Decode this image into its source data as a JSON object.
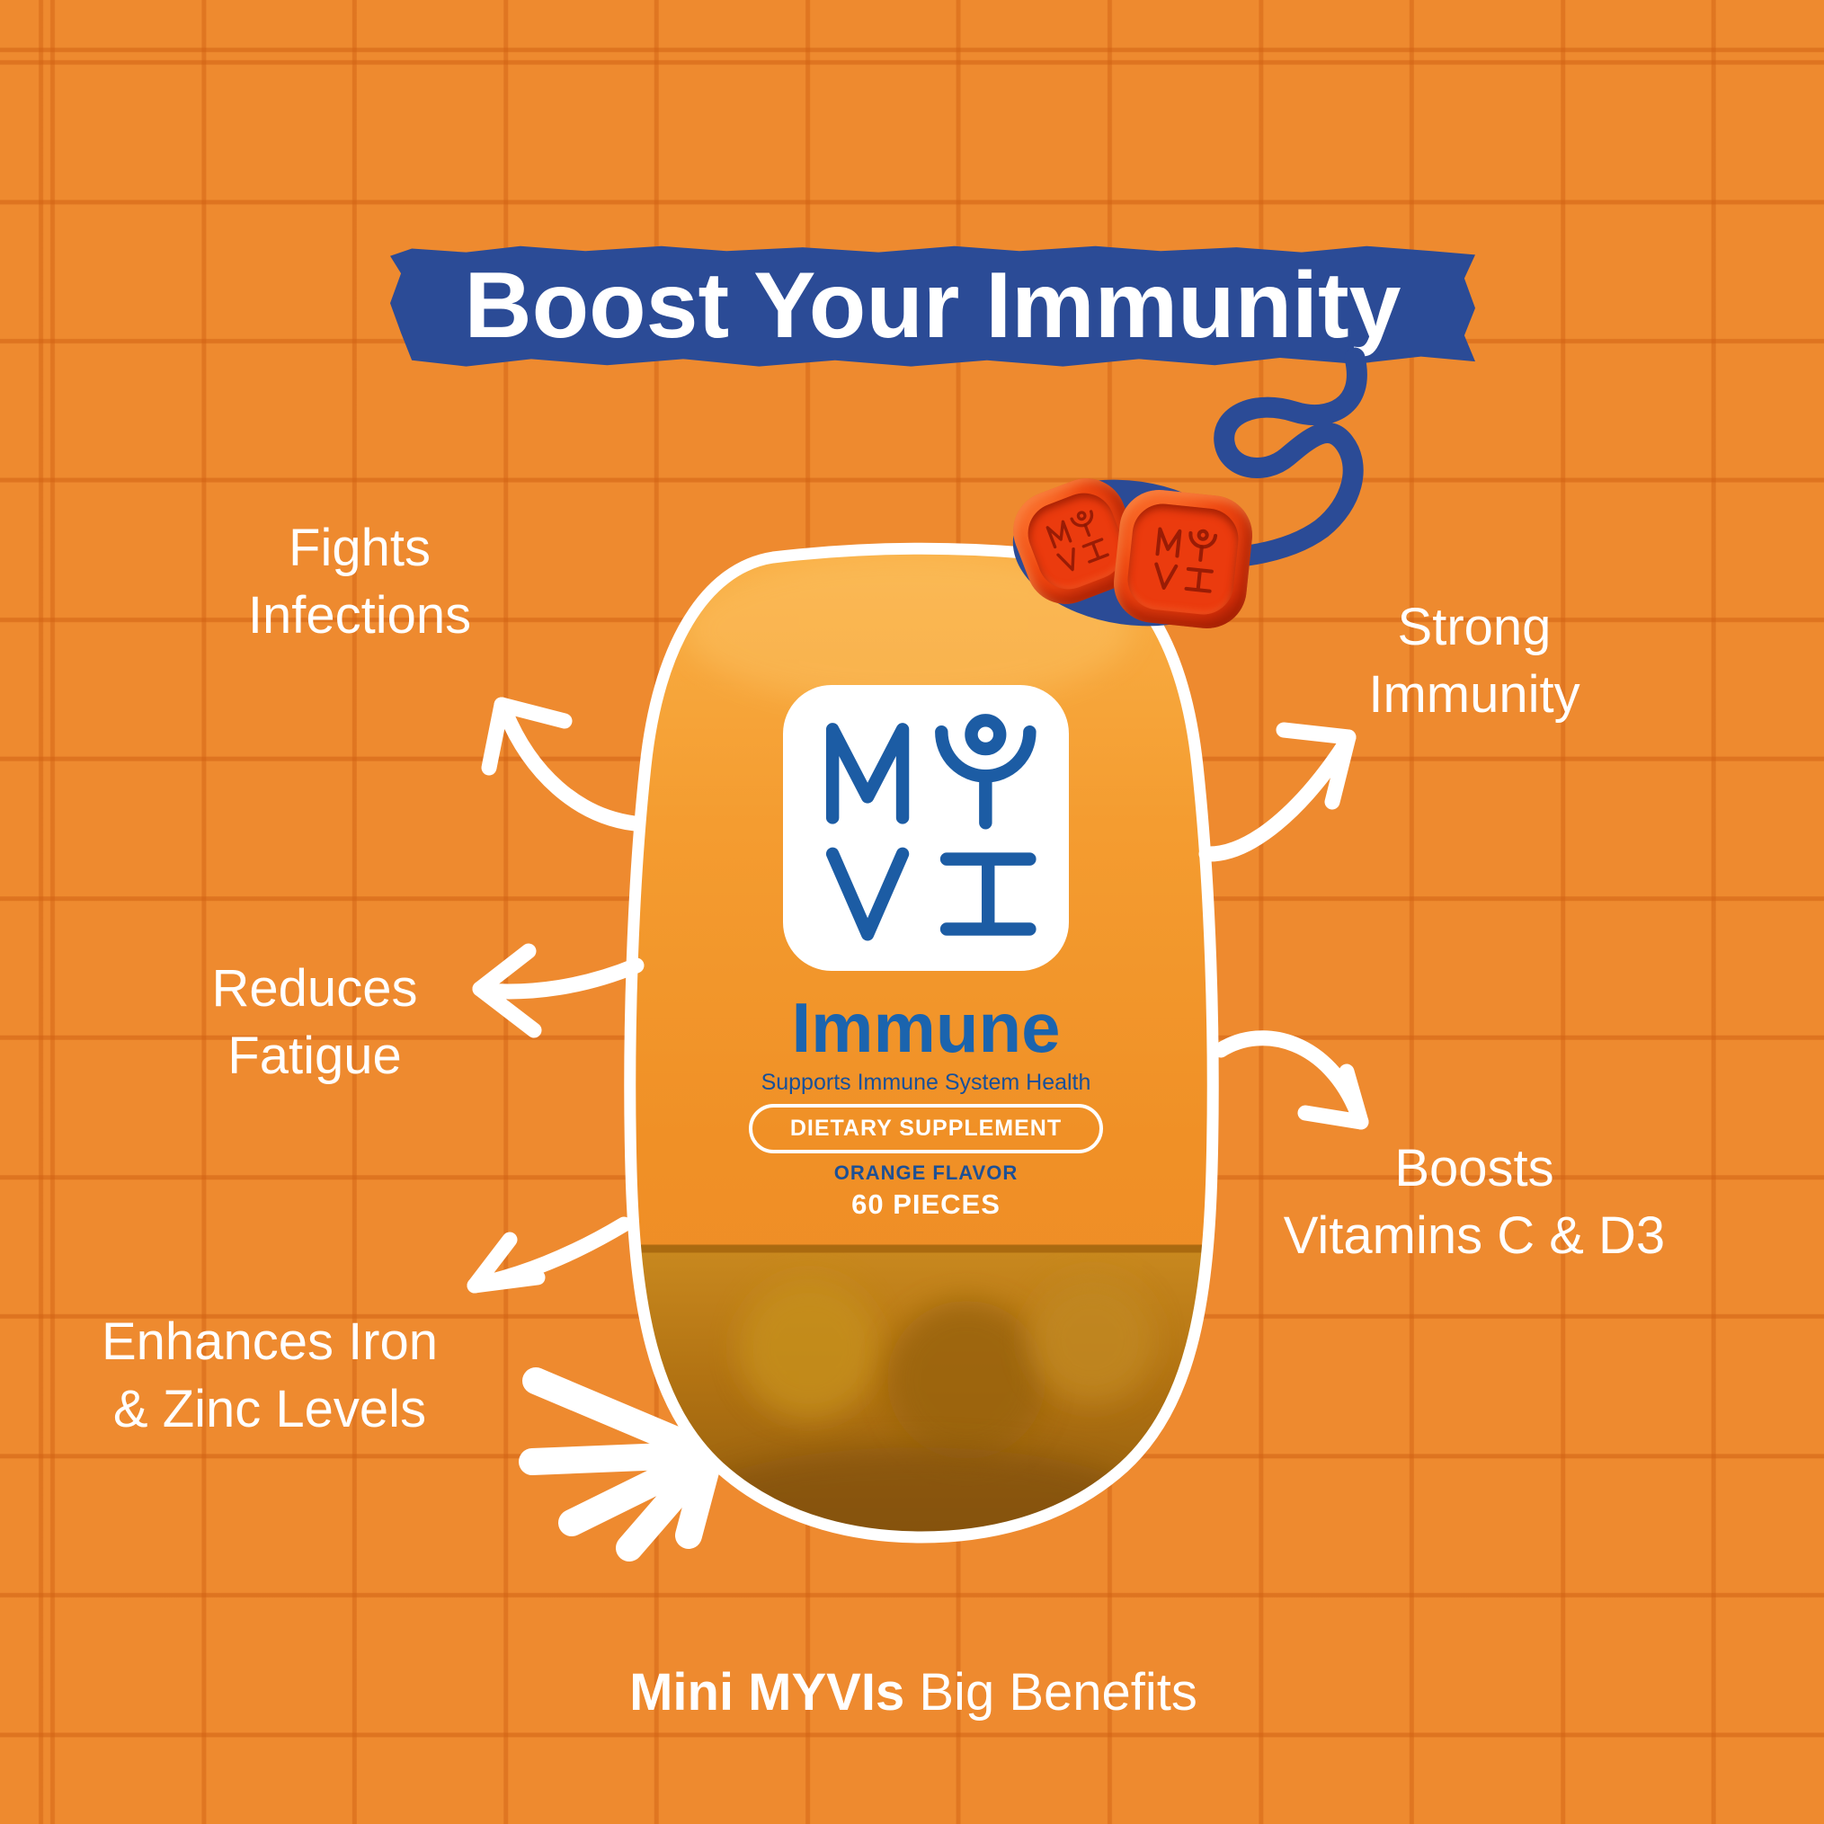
{
  "palette": {
    "background_orange": "#EE8A2F",
    "grid_line_orange": "#D16214",
    "banner_blue": "#2B4B96",
    "logo_blue": "#1C5CA4",
    "immune_blue": "#1B64AE",
    "tagline_blue": "#17509A",
    "gummy_red": "#EC3A10",
    "amber": "#B17212",
    "white": "#FFFFFF"
  },
  "icons": {
    "logo": "myvi-logo-icon",
    "squiggle": "squiggle-doodle-icon",
    "arrows": "hand-drawn-arrow-icon",
    "sparkle": "sparkle-burst-icon"
  },
  "header": {
    "title": "Boost Your Immunity"
  },
  "benefits": [
    {
      "line1": "Fights",
      "line2": "Infections"
    },
    {
      "line1": "Strong",
      "line2": "Immunity"
    },
    {
      "line1": "Reduces",
      "line2": "Fatigue"
    },
    {
      "line1": "Enhances Iron",
      "line2": "& Zinc Levels"
    },
    {
      "line1": "Boosts",
      "line2": "Vitamins C & D3"
    }
  ],
  "product": {
    "brand": "MYVI",
    "name": "Immune",
    "tagline": "Supports Immune System Health",
    "badge": "DIETARY SUPPLEMENT",
    "flavor": "ORANGE FLAVOR",
    "count": "60 PIECES"
  },
  "gummies": {
    "engraving": "MYVI"
  },
  "footer": {
    "bold": "Mini MYVIs",
    "regular": "Big Benefits"
  }
}
